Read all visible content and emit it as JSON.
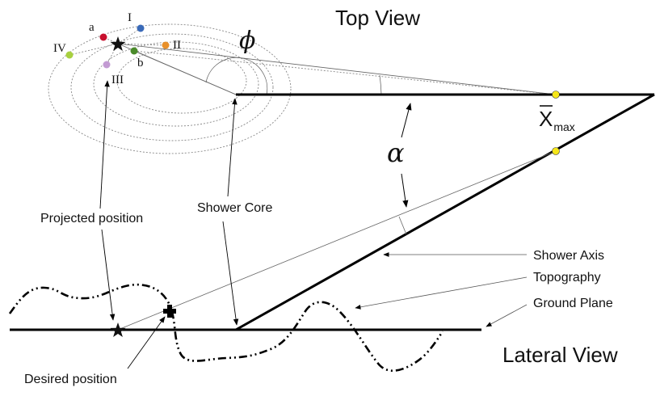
{
  "titles": {
    "top_view": "Top View",
    "lateral_view": "Lateral View"
  },
  "labels": {
    "shower_core": "Shower Core",
    "projected_position": "Projected position",
    "desired_position": "Desired position",
    "shower_axis": "Shower Axis",
    "topography": "Topography",
    "ground_plane": "Ground Plane",
    "xmax_main": "X",
    "xmax_sub": "max",
    "alpha": "α",
    "phi": "ϕ"
  },
  "points": {
    "a": "a",
    "b": "b",
    "I": "I",
    "II": "II",
    "III": "III",
    "IV": "IV"
  },
  "colors": {
    "a": "#c8102e",
    "b": "#4a8a2a",
    "I": "#3a6ab8",
    "II": "#e8902a",
    "III": "#c39bd3",
    "IV": "#a8d040",
    "xmax_marker": "#f5e61a"
  }
}
